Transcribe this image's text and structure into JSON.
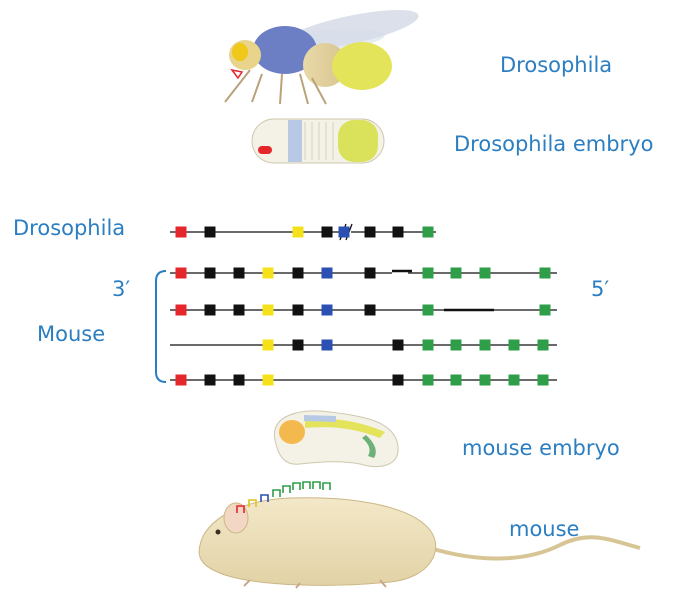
{
  "labels": {
    "fly": "Drosophila",
    "fly_embryo": "Drosophila embryo",
    "drosophila_row": "Drosophila",
    "three_prime": "3′",
    "five_prime": "5′",
    "mouse_group": "Mouse",
    "mouse_embryo": "mouse embryo",
    "mouse": "mouse"
  },
  "colors": {
    "label_text": "#2b7ec1",
    "red": "#e5262a",
    "black": "#111111",
    "yellow": "#f5e11a",
    "blue": "#2b4fb3",
    "green": "#2e9e48"
  },
  "gene_rows": [
    {
      "name": "drosophila-hom-c",
      "genes": [
        "red",
        "black",
        "",
        "",
        "yellow",
        "black",
        "blue",
        "black",
        "black",
        "green",
        "",
        "",
        "",
        "",
        ""
      ]
    },
    {
      "name": "mouse-hox-a",
      "genes": [
        "red",
        "black",
        "black",
        "yellow",
        "black",
        "blue",
        "",
        "black",
        "",
        "green",
        "green",
        "green",
        "",
        "",
        "green"
      ]
    },
    {
      "name": "mouse-hox-b",
      "genes": [
        "red",
        "black",
        "black",
        "yellow",
        "black",
        "blue",
        "",
        "black",
        "",
        "green",
        "",
        "",
        "",
        "",
        "green"
      ]
    },
    {
      "name": "mouse-hox-c",
      "genes": [
        "",
        "",
        "",
        "yellow",
        "black",
        "blue",
        "",
        "",
        "black",
        "green",
        "green",
        "green",
        "green",
        "green",
        ""
      ]
    },
    {
      "name": "mouse-hox-d",
      "genes": [
        "red",
        "black",
        "black",
        "yellow",
        "",
        "",
        "",
        "",
        "black",
        "green",
        "green",
        "green",
        "green",
        "green",
        ""
      ]
    }
  ]
}
